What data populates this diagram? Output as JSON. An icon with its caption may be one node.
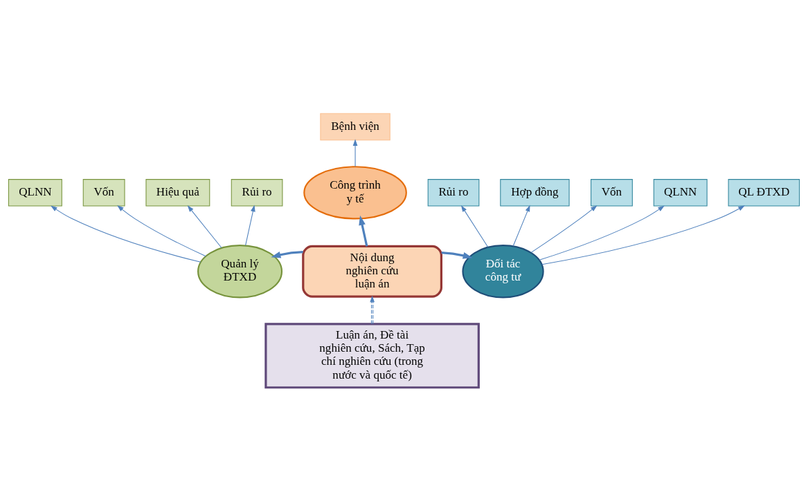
{
  "diagram": {
    "nodes": [
      {
        "text": [
          "Bệnh viện"
        ]
      },
      {
        "text": [
          "Công trình y tế"
        ]
      },
      {
        "text": [
          "Rủi ro"
        ]
      },
      {
        "text": [
          "Rủi ro"
        ]
      },
      {
        "text": [
          "Hợp đồng"
        ]
      },
      {
        "text": [
          "QLNN"
        ]
      },
      {
        "text": [
          "Quản lý ĐTXD"
        ]
      },
      {
        "text": [
          "Nội dung nghiên cứu luận án"
        ]
      },
      {
        "text": [
          "Đối tác công tư"
        ]
      },
      {
        "text": [
          "Vốn"
        ]
      },
      {
        "text": [
          "Vốn"
        ]
      },
      {
        "text": [
          "QLNN"
        ]
      },
      {
        "text": [
          "Hiệu quả"
        ]
      },
      {
        "text": [
          "QL ĐTXD"
        ]
      },
      {
        "text": [
          "Luận án, Đề tài nghiên cứu, Sách, Tạp chí nghiên cứu (trong nước và quốc tế)"
        ]
      }
    ],
    "edges": [
      {
        "from": 7,
        "to": 1,
        "arrow": "to",
        "style": "thick"
      },
      {
        "from": 1,
        "to": 0,
        "arrow": "to"
      },
      {
        "from": 7,
        "to": 6,
        "arrow": "to",
        "style": "thick"
      },
      {
        "from": 7,
        "to": 8,
        "arrow": "to",
        "style": "thick"
      },
      {
        "from": 14,
        "to": 7,
        "arrow": "to",
        "style": "dashed"
      },
      {
        "from": 6,
        "to": 2,
        "arrow": "to"
      },
      {
        "from": 6,
        "to": 5,
        "arrow": "to"
      },
      {
        "from": 6,
        "to": 10,
        "arrow": "to"
      },
      {
        "from": 6,
        "to": 12,
        "arrow": "to"
      },
      {
        "from": 8,
        "to": 3,
        "arrow": "to"
      },
      {
        "from": 8,
        "to": 4,
        "arrow": "to"
      },
      {
        "from": 8,
        "to": 9,
        "arrow": "to"
      },
      {
        "from": 8,
        "to": 11,
        "arrow": "to"
      },
      {
        "from": 8,
        "to": 13,
        "arrow": "to"
      }
    ]
  }
}
